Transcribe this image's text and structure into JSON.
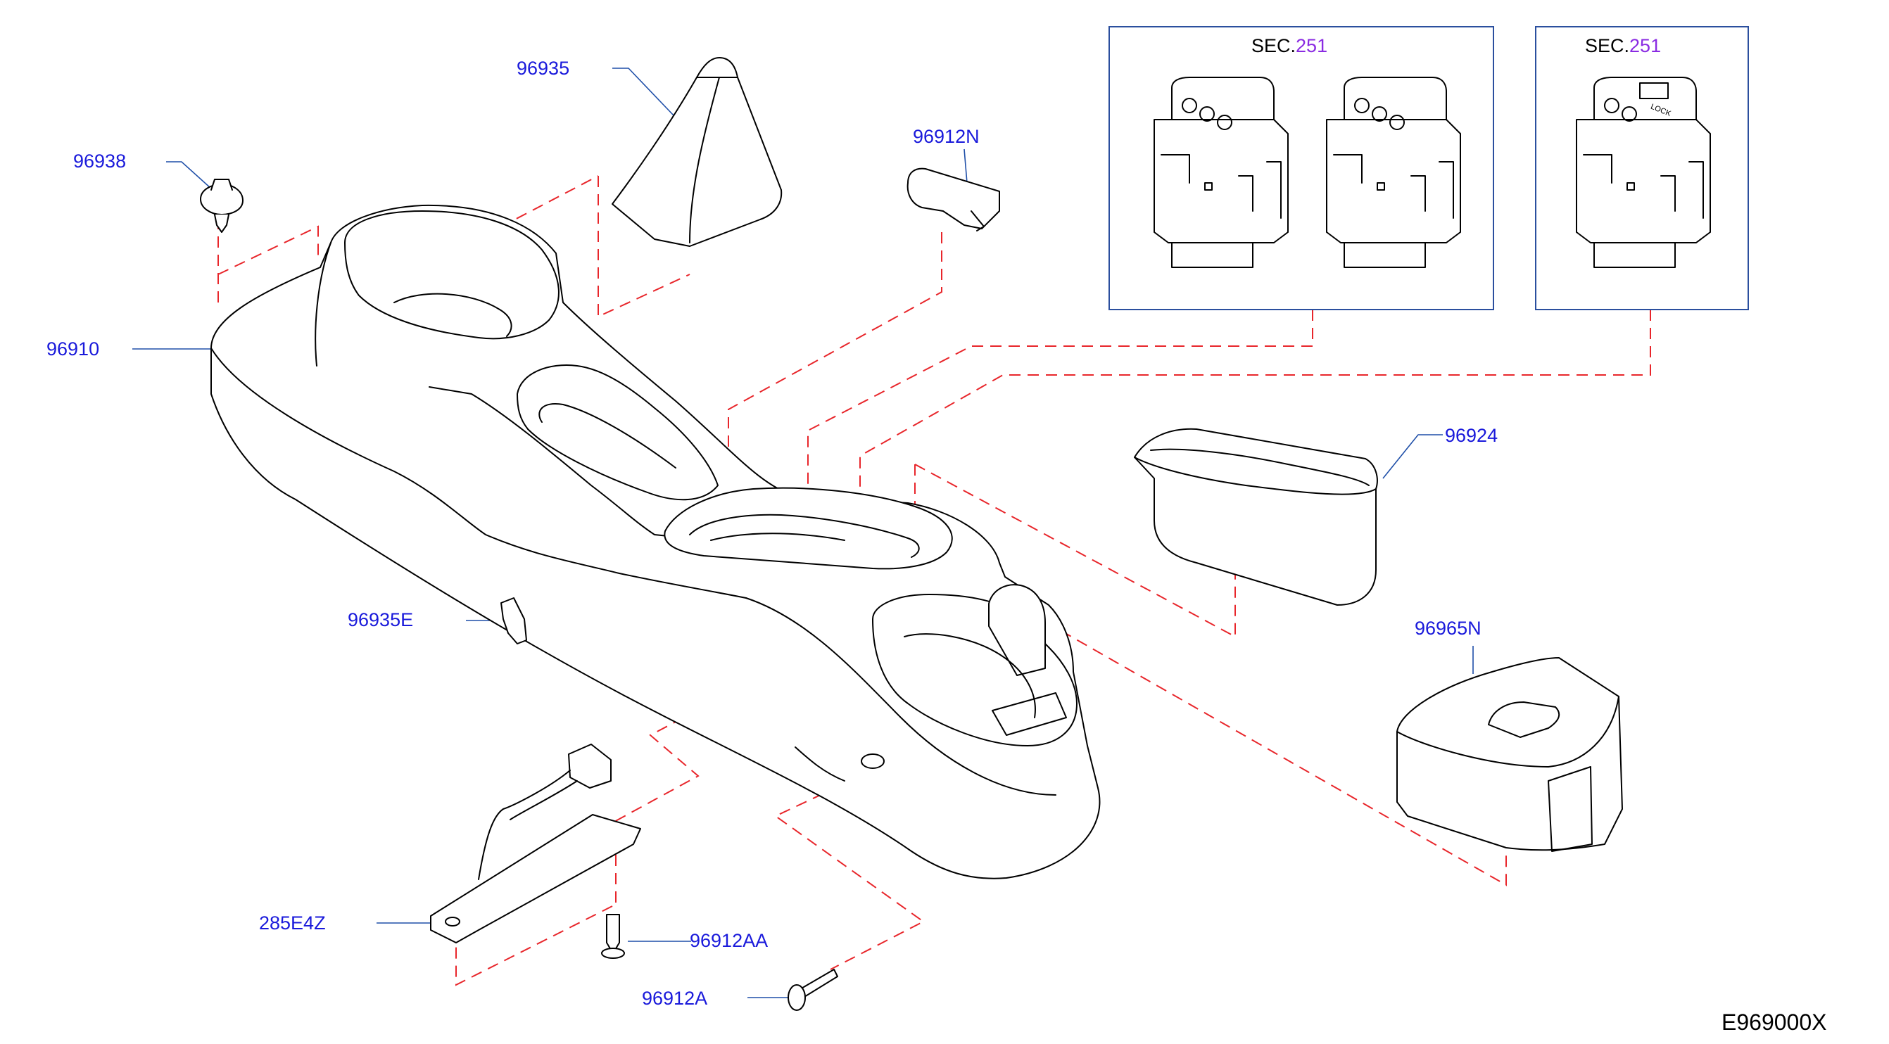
{
  "colors": {
    "label": "#1a1adb",
    "sec_number": "#8a2be2",
    "dashed_line": "#e8262b",
    "leader": "#1f4fa8",
    "box": "#2b4f9e",
    "outline": "#000000"
  },
  "labels": {
    "l96935": "96935",
    "l96912N": "96912N",
    "l96938": "96938",
    "l96910": "96910",
    "l96924": "96924",
    "l96935E": "96935E",
    "l96965N": "96965N",
    "l285E4Z": "285E4Z",
    "l96912AA": "96912AA",
    "l96912A": "96912A"
  },
  "sections": {
    "left": {
      "prefix": "SEC.",
      "number": "251"
    },
    "right": {
      "prefix": "SEC.",
      "number": "251"
    }
  },
  "switch_text": {
    "lock": "LOCK"
  },
  "diagram_code": "E969000X"
}
